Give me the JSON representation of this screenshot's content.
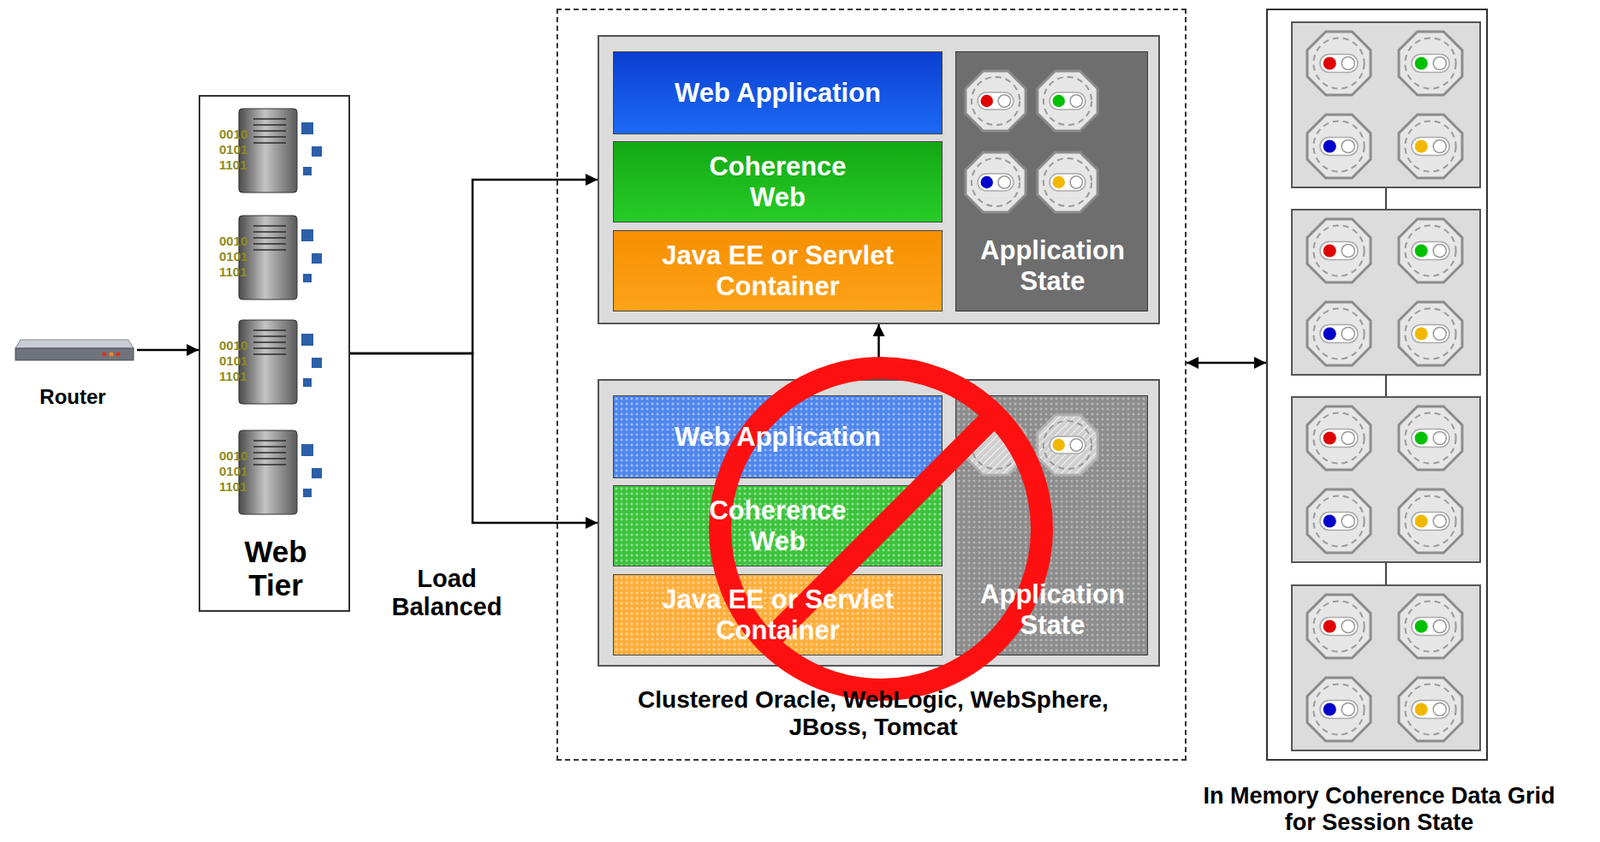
{
  "diagram": {
    "nodes": [
      {
        "text": [
          "Router"
        ]
      },
      {
        "text": [
          "Web Tier"
        ]
      },
      {
        "text": [
          "Clustered Oracle, WebLogic, WebSphere, JBoss, Tomcat"
        ]
      },
      {
        "text": [],
        "in": 2
      },
      {
        "text": [
          "Web Application"
        ],
        "in": 3
      },
      {
        "text": [
          "Coherence Web"
        ],
        "in": 3
      },
      {
        "text": [
          "Java EE or Servlet Container"
        ],
        "in": 3
      },
      {
        "text": [
          "Application State"
        ],
        "in": 3
      },
      {
        "text": [],
        "in": 2
      },
      {
        "text": [
          "Web Application"
        ],
        "in": 8
      },
      {
        "text": [
          "Coherence Web"
        ],
        "in": 8
      },
      {
        "text": [
          "Java EE or Servlet Container"
        ],
        "in": 8
      },
      {
        "text": [
          "Application State"
        ],
        "in": 8
      },
      {
        "text": [
          "In Memory Coherence Data Grid for Session State"
        ]
      }
    ],
    "edges": [
      {
        "from": 0,
        "to": 1,
        "arrow": "to"
      },
      {
        "from": 1,
        "to": 3,
        "arrow": "to"
      },
      {
        "from": 1,
        "to": 8,
        "arrow": "to"
      },
      {
        "from": 3,
        "to": 8,
        "arrow": "both"
      },
      {
        "from": 2,
        "to": 13,
        "arrow": "both"
      }
    ],
    "labels": [
      "0010",
      "0101",
      "1101",
      "0010",
      "0101",
      "1101",
      "0010",
      "0101",
      "1101",
      "0010",
      "0101",
      "1101",
      "Load Balanced"
    ]
  }
}
